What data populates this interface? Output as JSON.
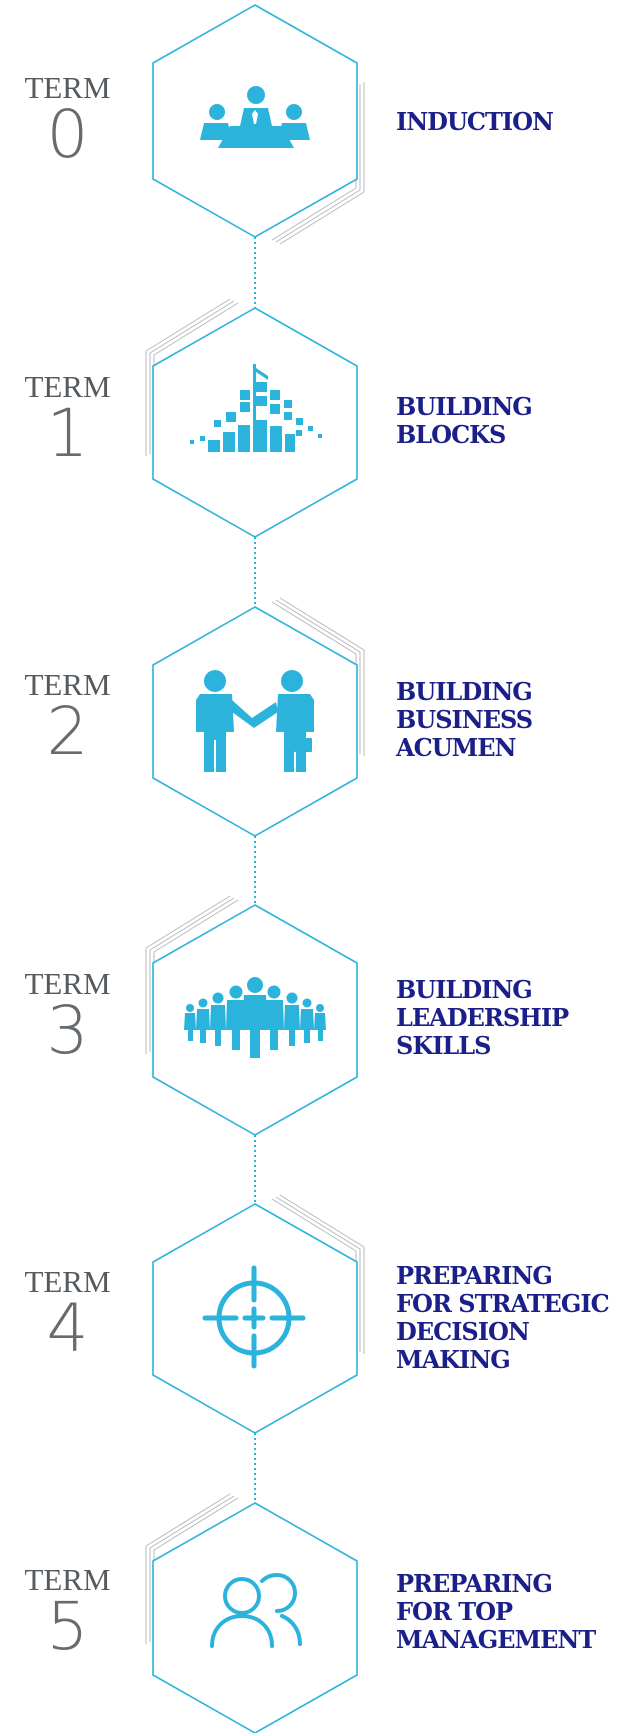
{
  "colors": {
    "accent": "#2bb3dc",
    "title_text": "#1b1f8a",
    "term_text": "#555a5e",
    "hatch": "#b0b3b6"
  },
  "terms": [
    {
      "label": "TERM",
      "number": "0",
      "title": [
        "INDUCTION"
      ],
      "icon": "meeting-table-icon"
    },
    {
      "label": "TERM",
      "number": "1",
      "title": [
        "BUILDING",
        "BLOCKS"
      ],
      "icon": "building-blocks-icon"
    },
    {
      "label": "TERM",
      "number": "2",
      "title": [
        "BUILDING",
        "BUSINESS",
        "ACUMEN"
      ],
      "icon": "handshake-icon"
    },
    {
      "label": "TERM",
      "number": "3",
      "title": [
        "BUILDING",
        "LEADERSHIP",
        "SKILLS"
      ],
      "icon": "team-group-icon"
    },
    {
      "label": "TERM",
      "number": "4",
      "title": [
        "PREPARING",
        "FOR STRATEGIC",
        "DECISION",
        "MAKING"
      ],
      "icon": "target-crosshair-icon"
    },
    {
      "label": "TERM",
      "number": "5",
      "title": [
        "PREPARING",
        "FOR TOP",
        "MANAGEMENT"
      ],
      "icon": "users-outline-icon"
    }
  ]
}
